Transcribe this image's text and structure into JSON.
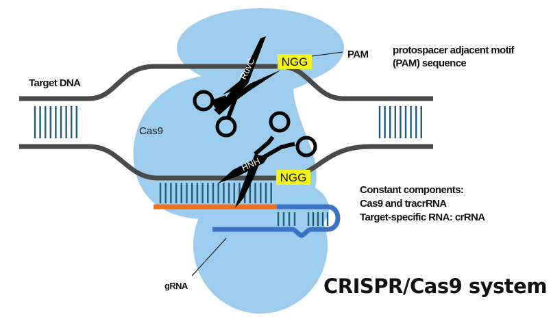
{
  "diagram": {
    "title": "CRISPR/Cas9 system",
    "labels": {
      "target_dna": "Target DNA",
      "cas9": "Cas9",
      "pam": "PAM",
      "pam_description_line1": "protospacer adjacent motif",
      "pam_description_line2": "(PAM) sequence",
      "grna": "gRNA",
      "components_line1": "Constant components:",
      "components_line2": "Cas9 and tracrRNA",
      "components_line3": "Target-specific RNA: crRNA"
    },
    "pam_sequences": [
      "NGG",
      "NGG"
    ],
    "nuclease_domains": [
      "RuvC",
      "HNH"
    ],
    "colors": {
      "cas9_protein": "#9dcdee",
      "dna_strand": "#4a4a4a",
      "base_pairs": "#1f5a78",
      "pam_highlight": "#f2f21b",
      "crrna": "#f07020",
      "tracrrna": "#3a72c4",
      "scissors": "#000000"
    }
  }
}
